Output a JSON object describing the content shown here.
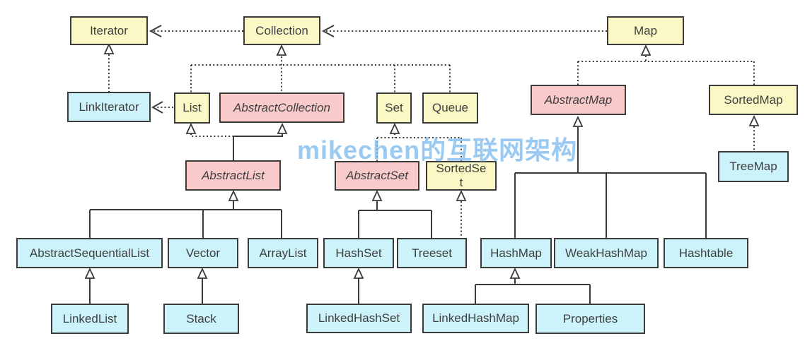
{
  "watermark": {
    "text": "mikechen的互联网架构",
    "color": "#7dbaee"
  },
  "colors": {
    "interface_fill": "#faf9c6",
    "abstract_fill": "#f8caca",
    "class_fill": "#cbf3f9",
    "border": "#3b3b3b",
    "text": "#3f3f3f",
    "line": "#3b3b3b"
  },
  "legend_semantics": {
    "yellow_box": "interface",
    "pink_italic_box": "abstract class",
    "cyan_box": "concrete class",
    "dotted_line": "interface inheritance / implements",
    "solid_line": "class extends",
    "open_arrowhead": "dependency",
    "hollow_triangle": "generalization"
  },
  "nodes": [
    {
      "id": "Iterator",
      "label": "Iterator",
      "display": "Iterator",
      "kind": "interface",
      "color": "yellow"
    },
    {
      "id": "Collection",
      "label": "Collection",
      "display": "Collection",
      "kind": "interface",
      "color": "yellow"
    },
    {
      "id": "Map",
      "label": "Map",
      "display": "Map",
      "kind": "interface",
      "color": "yellow"
    },
    {
      "id": "LinkIterator",
      "label": "LinkIterator",
      "display": "LinkIterator",
      "kind": "class",
      "color": "cyan"
    },
    {
      "id": "List",
      "label": "List",
      "display": "List",
      "kind": "interface",
      "color": "yellow"
    },
    {
      "id": "AbstractCollection",
      "label": "AbstractCollection",
      "display": "AbstractCollection",
      "kind": "abstract",
      "color": "pink"
    },
    {
      "id": "Set",
      "label": "Set",
      "display": "Set",
      "kind": "interface",
      "color": "yellow"
    },
    {
      "id": "Queue",
      "label": "Queue",
      "display": "Queue",
      "kind": "interface",
      "color": "yellow"
    },
    {
      "id": "AbstractMap",
      "label": "AbstractMap",
      "display": "AbstractMap",
      "kind": "abstract",
      "color": "pink"
    },
    {
      "id": "SortedMap",
      "label": "SortedMap",
      "display": "SortedMap",
      "kind": "interface",
      "color": "yellow"
    },
    {
      "id": "AbstractList",
      "label": "AbstractList",
      "display": "AbstractList",
      "kind": "abstract",
      "color": "pink"
    },
    {
      "id": "AbstractSet",
      "label": "AbstractSet",
      "display": "AbstractSet",
      "kind": "abstract",
      "color": "pink"
    },
    {
      "id": "SortedSet",
      "label": "SortedSet",
      "display": "SortedSe\nt",
      "kind": "interface",
      "color": "yellow"
    },
    {
      "id": "TreeMap",
      "label": "TreeMap",
      "display": "TreeMap",
      "kind": "class",
      "color": "cyan"
    },
    {
      "id": "AbstractSequentialList",
      "label": "AbstractSequentialList",
      "display": "AbstractSequentialList",
      "kind": "class",
      "color": "cyan"
    },
    {
      "id": "Vector",
      "label": "Vector",
      "display": "Vector",
      "kind": "class",
      "color": "cyan"
    },
    {
      "id": "ArrayList",
      "label": "ArrayList",
      "display": "ArrayList",
      "kind": "class",
      "color": "cyan"
    },
    {
      "id": "HashSet",
      "label": "HashSet",
      "display": "HashSet",
      "kind": "class",
      "color": "cyan"
    },
    {
      "id": "Treeset",
      "label": "Treeset",
      "display": "Treeset",
      "kind": "class",
      "color": "cyan"
    },
    {
      "id": "HashMap",
      "label": "HashMap",
      "display": "HashMap",
      "kind": "class",
      "color": "cyan"
    },
    {
      "id": "WeakHashMap",
      "label": "WeakHashMap",
      "display": "WeakHashMap",
      "kind": "class",
      "color": "cyan"
    },
    {
      "id": "Hashtable",
      "label": "Hashtable",
      "display": "Hashtable",
      "kind": "class",
      "color": "cyan"
    },
    {
      "id": "LinkedList",
      "label": "LinkedList",
      "display": "LinkedList",
      "kind": "class",
      "color": "cyan"
    },
    {
      "id": "Stack",
      "label": "Stack",
      "display": "Stack",
      "kind": "class",
      "color": "cyan"
    },
    {
      "id": "LinkedHashSet",
      "label": "LinkedHashSet",
      "display": "LinkedHashSet",
      "kind": "class",
      "color": "cyan"
    },
    {
      "id": "LinkedHashMap",
      "label": "LinkedHashMap",
      "display": "LinkedHashMap",
      "kind": "class",
      "color": "cyan"
    },
    {
      "id": "Properties",
      "label": "Properties",
      "display": "Properties",
      "kind": "class",
      "color": "cyan"
    }
  ],
  "edges": [
    {
      "from": "Collection",
      "to": "Iterator",
      "line": "dotted",
      "head": "open"
    },
    {
      "from": "Map",
      "to": "Collection",
      "line": "dotted",
      "head": "open"
    },
    {
      "from": "List",
      "to": "LinkIterator",
      "line": "dotted",
      "head": "open"
    },
    {
      "from": "LinkIterator",
      "to": "Iterator",
      "line": "dotted",
      "head": "triangle"
    },
    {
      "from": "List",
      "to": "Collection",
      "line": "dotted",
      "head": "triangle"
    },
    {
      "from": "Set",
      "to": "Collection",
      "line": "dotted",
      "head": "triangle"
    },
    {
      "from": "Queue",
      "to": "Collection",
      "line": "dotted",
      "head": "triangle"
    },
    {
      "from": "AbstractCollection",
      "to": "Collection",
      "line": "dotted",
      "head": "triangle"
    },
    {
      "from": "AbstractMap",
      "to": "Map",
      "line": "dotted",
      "head": "triangle"
    },
    {
      "from": "SortedMap",
      "to": "Map",
      "line": "dotted",
      "head": "triangle"
    },
    {
      "from": "AbstractList",
      "to": "List",
      "line": "dotted",
      "head": "triangle"
    },
    {
      "from": "AbstractList",
      "to": "AbstractCollection",
      "line": "solid",
      "head": "triangle"
    },
    {
      "from": "AbstractSet",
      "to": "Set",
      "line": "dotted",
      "head": "triangle"
    },
    {
      "from": "SortedSet",
      "to": "Set",
      "line": "dotted",
      "head": "triangle"
    },
    {
      "from": "TreeMap",
      "to": "SortedMap",
      "line": "dotted",
      "head": "triangle"
    },
    {
      "from": "Treeset",
      "to": "SortedSet",
      "line": "dotted",
      "head": "triangle"
    },
    {
      "from": "AbstractSequentialList",
      "to": "AbstractList",
      "line": "solid",
      "head": "triangle"
    },
    {
      "from": "Vector",
      "to": "AbstractList",
      "line": "solid",
      "head": "triangle"
    },
    {
      "from": "ArrayList",
      "to": "AbstractList",
      "line": "solid",
      "head": "triangle"
    },
    {
      "from": "HashSet",
      "to": "AbstractSet",
      "line": "solid",
      "head": "triangle"
    },
    {
      "from": "Treeset",
      "to": "AbstractSet",
      "line": "solid",
      "head": "triangle"
    },
    {
      "from": "HashMap",
      "to": "AbstractMap",
      "line": "solid",
      "head": "triangle"
    },
    {
      "from": "WeakHashMap",
      "to": "AbstractMap",
      "line": "solid",
      "head": "triangle"
    },
    {
      "from": "Hashtable",
      "to": "AbstractMap",
      "line": "solid",
      "head": "triangle"
    },
    {
      "from": "LinkedList",
      "to": "AbstractSequentialList",
      "line": "solid",
      "head": "triangle"
    },
    {
      "from": "Stack",
      "to": "Vector",
      "line": "solid",
      "head": "triangle"
    },
    {
      "from": "LinkedHashSet",
      "to": "HashSet",
      "line": "solid",
      "head": "triangle"
    },
    {
      "from": "LinkedHashMap",
      "to": "HashMap",
      "line": "solid",
      "head": "triangle"
    },
    {
      "from": "Properties",
      "to": "HashMap",
      "line": "solid",
      "head": "triangle"
    }
  ]
}
